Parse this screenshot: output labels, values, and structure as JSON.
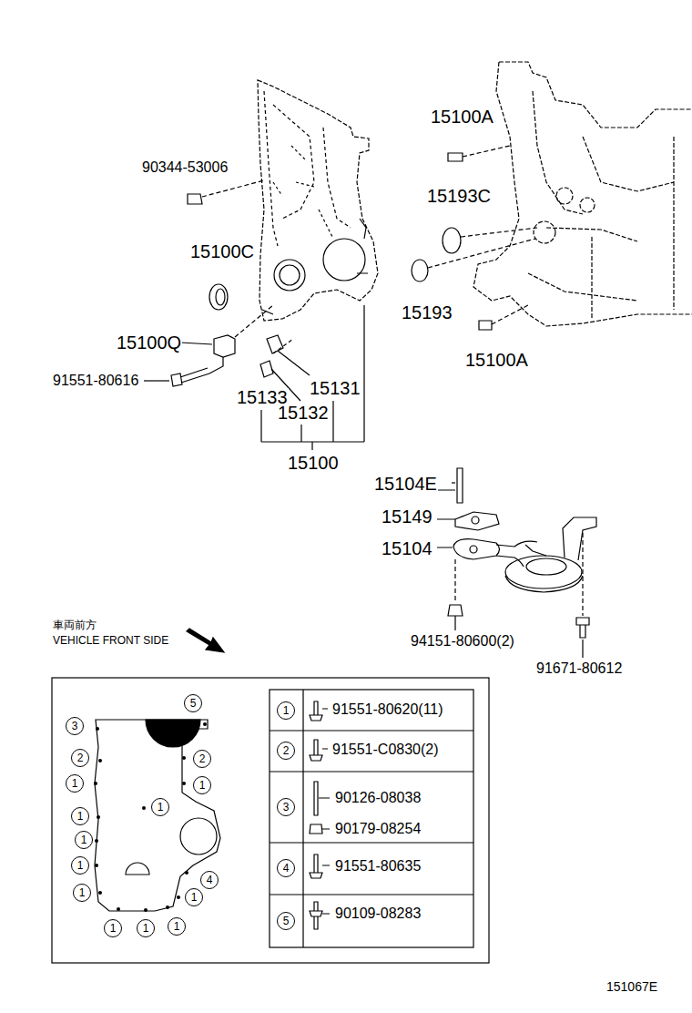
{
  "diagram": {
    "nodes": [
      {
        "text": [
          "5"
        ]
      },
      {
        "text": [
          "3"
        ]
      },
      {
        "text": [
          "2"
        ]
      },
      {
        "text": [
          "2"
        ]
      },
      {
        "text": [
          "1"
        ]
      },
      {
        "text": [
          "1"
        ]
      },
      {
        "text": [
          "1"
        ]
      },
      {
        "text": [
          "1"
        ]
      },
      {
        "text": [
          "1"
        ]
      },
      {
        "text": [
          "1"
        ]
      },
      {
        "text": [
          "4"
        ]
      },
      {
        "text": [
          "1"
        ]
      },
      {
        "text": [
          "1"
        ]
      },
      {
        "text": [
          "1"
        ]
      },
      {
        "text": [
          "1"
        ]
      },
      {
        "text": [
          "1"
        ]
      },
      {
        "text": [
          "1"
        ]
      },
      {
        "text": [
          "2"
        ]
      },
      {
        "text": [
          "3"
        ]
      },
      {
        "text": [
          "4"
        ]
      },
      {
        "text": [
          "5"
        ]
      }
    ],
    "edges": [],
    "labels": [
      "90344-53006",
      "15100C",
      "15100Q",
      "91551-80616",
      "15133",
      "15132",
      "15131",
      "15100",
      "15100A",
      "15193C",
      "15193",
      "15100A",
      "15104E",
      "15149",
      "15104",
      "94151-80600(2)",
      "91671-80612",
      "車両前方",
      "VEHICLE FRONT SIDE",
      "91551-80620(11)",
      "91551-C0830(2)",
      "90126-08038",
      "90179-08254",
      "91551-80635",
      "90109-08283",
      "151067E"
    ]
  }
}
